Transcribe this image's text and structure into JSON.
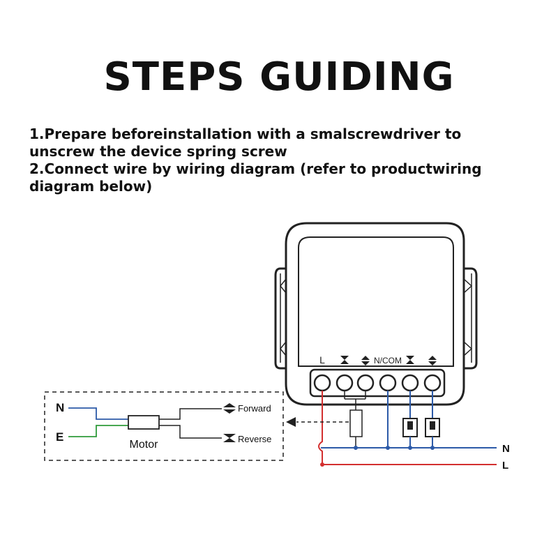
{
  "title": "STEPS GUIDING",
  "steps": [
    "1.Prepare beforeinstallation with a smalscrewdriver to unscrew the device spring screw",
    "2.Connect wire by wiring diagram (refer to productwiring diagram below)"
  ],
  "terminals": [
    "L",
    "",
    "",
    "N/COM",
    "",
    ""
  ],
  "motor": {
    "label": "Motor",
    "input_n": "N",
    "input_e": "E",
    "forward": "Forward",
    "reverse": "Reverse"
  },
  "mains": {
    "n": "N",
    "l": "L"
  },
  "colors": {
    "neutral": "#2c5aa8",
    "live": "#d32f2f",
    "earth": "#2e9b3a",
    "device": "#222222"
  },
  "icons": [
    "forward-arrow-icon",
    "reverse-arrow-icon",
    "switch-icon"
  ]
}
